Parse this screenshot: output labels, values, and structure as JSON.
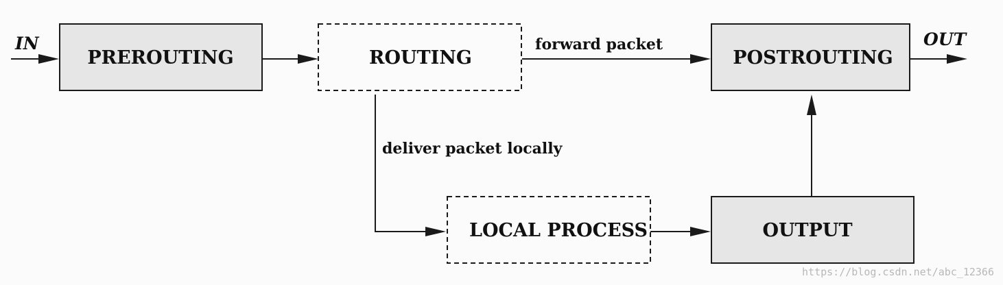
{
  "diagram": {
    "input_label": "IN",
    "output_label": "OUT",
    "nodes": {
      "prerouting": "PREROUTING",
      "routing": "ROUTING",
      "postrouting": "POSTROUTING",
      "local_process": "LOCAL PROCESS",
      "output": "OUTPUT"
    },
    "edges": {
      "forward": "forward packet",
      "deliver": "deliver packet locally"
    }
  },
  "watermark": "https://blog.csdn.net/abc_12366"
}
